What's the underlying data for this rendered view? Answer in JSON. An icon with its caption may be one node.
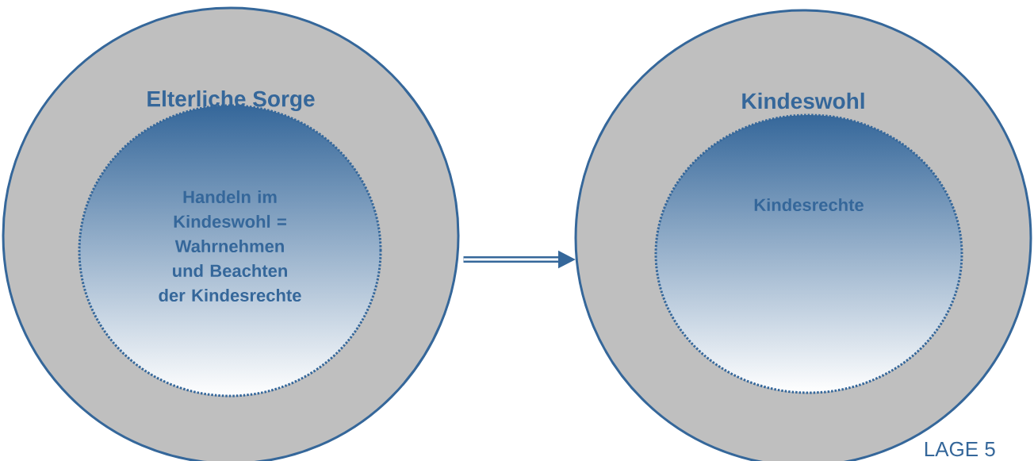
{
  "diagram": {
    "nodes": [
      {
        "text": [
          "Elterliche Sorge"
        ]
      },
      {
        "text": [
          "Handeln im Kindeswohl = Wahrnehmen und Beachten der Kindesrechte"
        ],
        "in": 0
      },
      {
        "text": [
          "Kindeswohl"
        ]
      },
      {
        "text": [
          "Kindesrechte"
        ],
        "in": 2
      }
    ],
    "edges": [
      {
        "from": 0,
        "to": 2,
        "arrow": "to"
      }
    ],
    "labels": [
      "LAGE 5"
    ]
  }
}
